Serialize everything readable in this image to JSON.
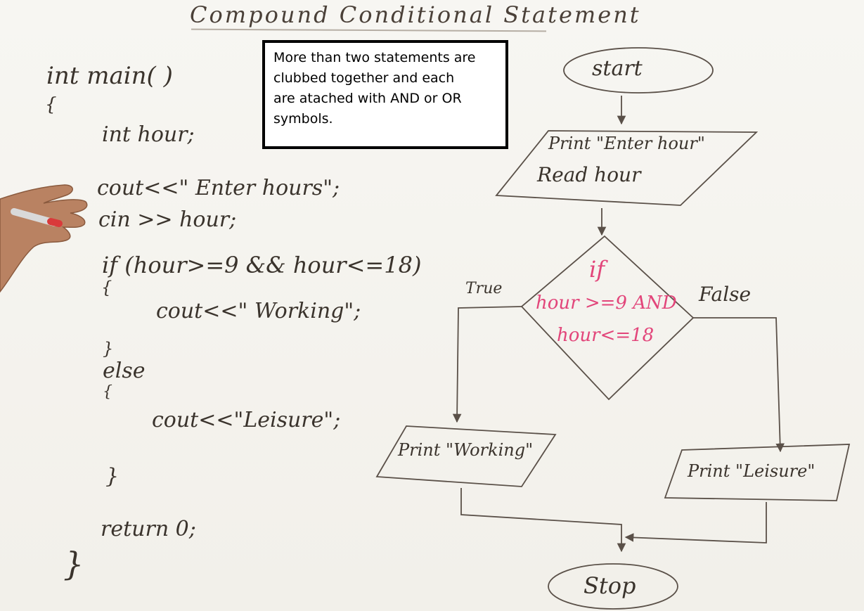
{
  "title": "Compound Conditional Statement",
  "note_lines": [
    "More than two statements are",
    "clubbed together and each",
    "are atached with AND or OR",
    "symbols."
  ],
  "code": {
    "l1": "int main( )",
    "l2": "{",
    "l3": "int hour;",
    "l4": "cout<<\" Enter hours\";",
    "l5": "cin >> hour;",
    "l6": "if (hour>=9 && hour<=18)",
    "l7": "{",
    "l8": "cout<<\" Working\";",
    "l9": "}",
    "l10": "else",
    "l11": "{",
    "l12": "cout<<\"Leisure\";",
    "l13": "}",
    "l14": "return 0;",
    "l15": "}"
  },
  "flowchart": {
    "start": "start",
    "input_line1": "Print \"Enter hour\"",
    "input_line2": "Read hour",
    "decision_if": "if",
    "decision_line1": "hour >=9 AND",
    "decision_line2": "hour<=18",
    "true_label": "True",
    "false_label": "False",
    "print_working": "Print \"Working\"",
    "print_leisure": "Print \"Leisure\"",
    "stop": "Stop"
  },
  "colors": {
    "ink": "#3a332c",
    "highlight": "#e2457a",
    "board": "#f5f3ee"
  }
}
